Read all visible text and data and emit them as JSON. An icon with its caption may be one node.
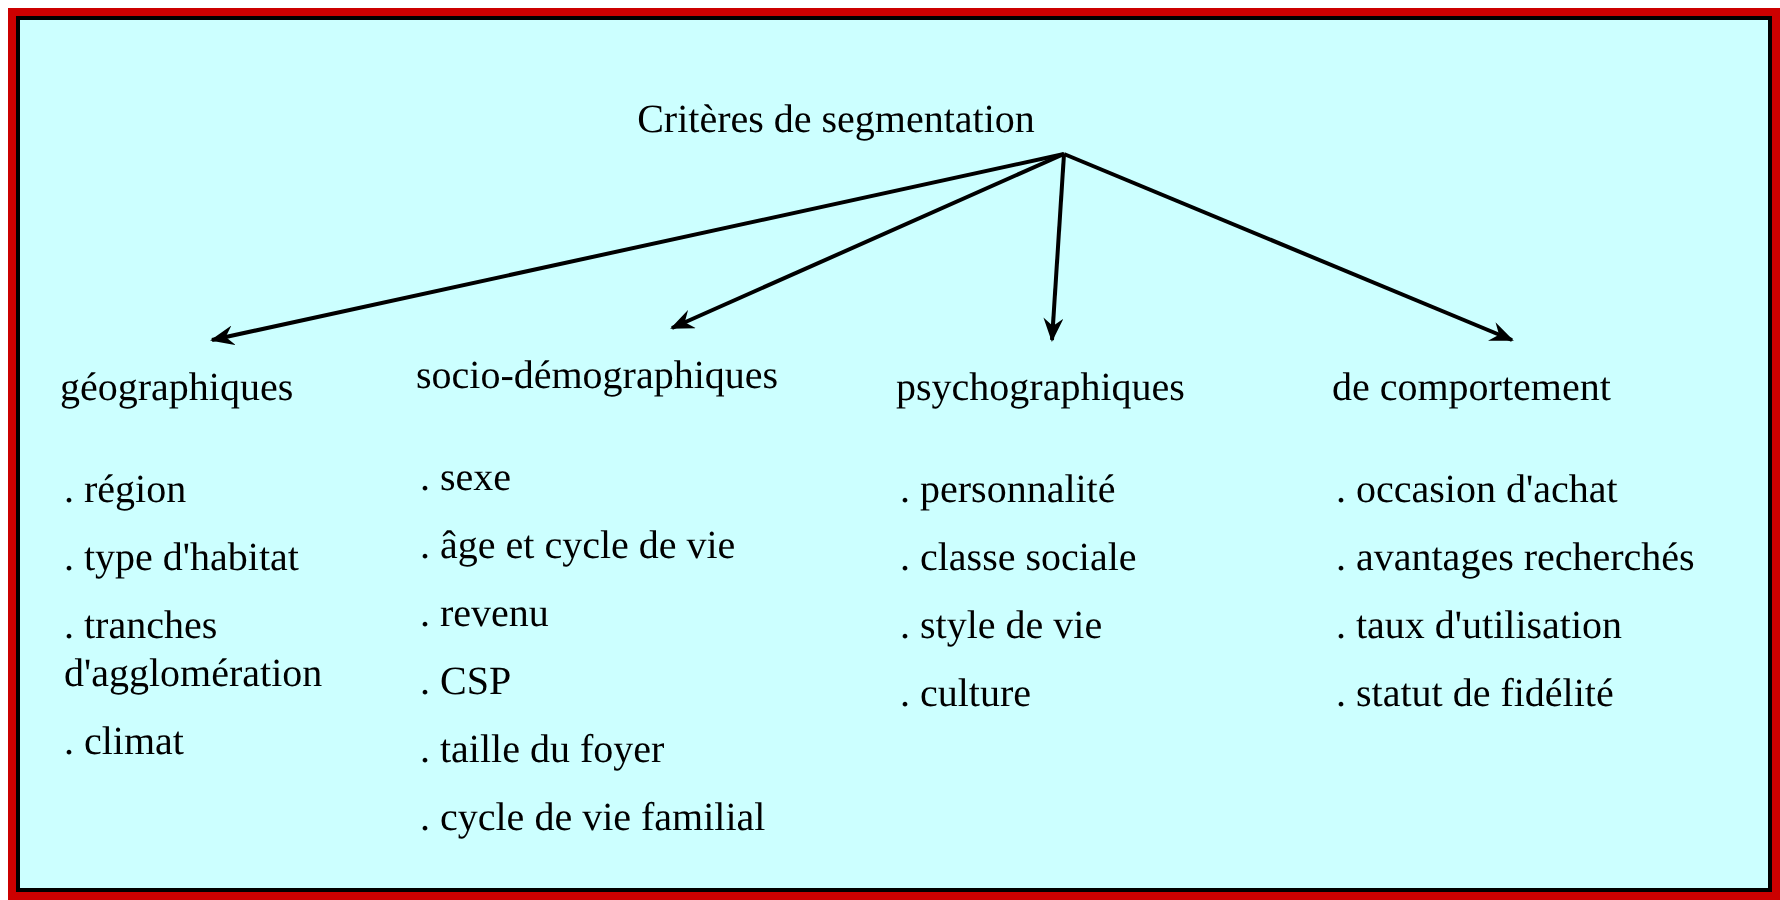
{
  "diagram": {
    "nodes": [
      {
        "text": [
          "Critères de segmentation"
        ]
      },
      {
        "text": [
          "géographiques"
        ],
        "beside": [
          ". région",
          ". type d'habitat",
          ". tranches d'agglomération",
          ". climat"
        ]
      },
      {
        "text": [
          "socio-démographiques"
        ],
        "beside": [
          ". sexe",
          ". âge et cycle de vie",
          ". revenu",
          ". CSP",
          ". taille du foyer",
          ". cycle de vie familial"
        ]
      },
      {
        "text": [
          "psychographiques"
        ],
        "beside": [
          ". personnalité",
          ". classe sociale",
          ". style de vie",
          ". culture"
        ]
      },
      {
        "text": [
          "de comportement"
        ],
        "beside": [
          ". occasion d'achat",
          ". avantages recherchés",
          ". taux d'utilisation",
          ". statut de fidélité"
        ]
      }
    ],
    "edges": [
      {
        "from": 0,
        "to": 1,
        "arrow": "to"
      },
      {
        "from": 0,
        "to": 2,
        "arrow": "to"
      },
      {
        "from": 0,
        "to": 3,
        "arrow": "to"
      },
      {
        "from": 0,
        "to": 4,
        "arrow": "to"
      }
    ]
  }
}
